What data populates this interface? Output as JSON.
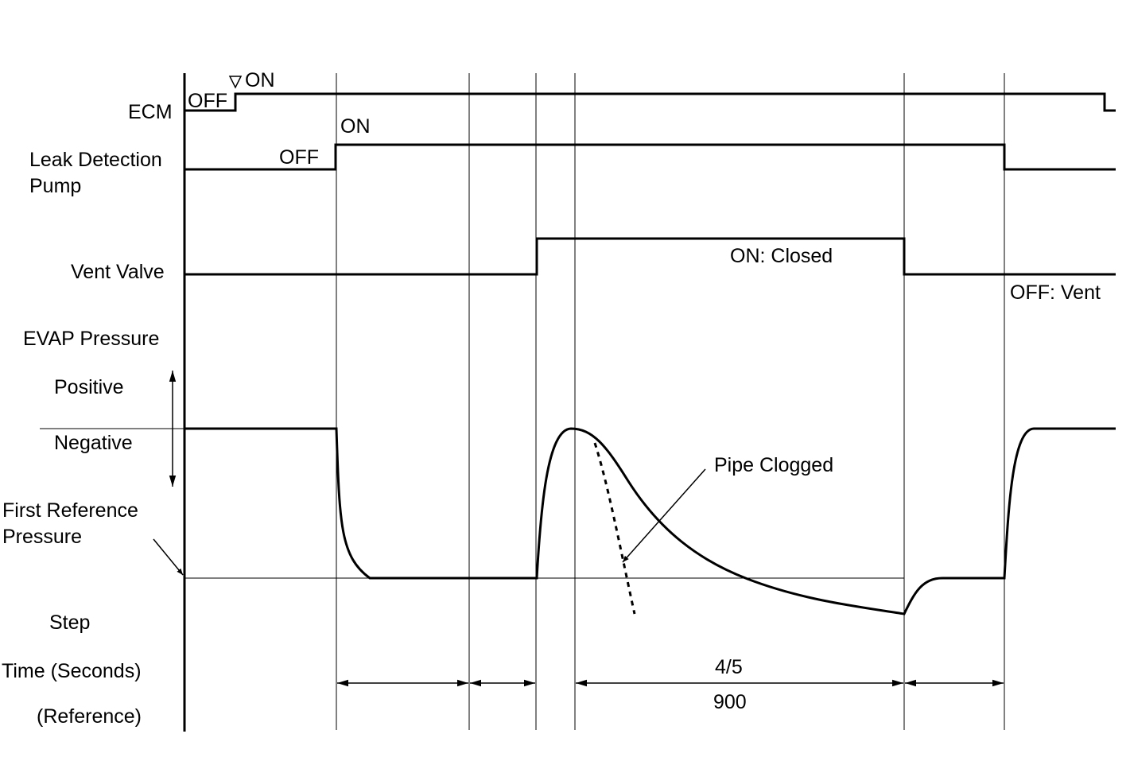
{
  "signals": {
    "ecm": "ECM",
    "pump_line1": "Leak Detection",
    "pump_line2": "Pump",
    "vent_valve": "Vent Valve",
    "evap_pressure": "EVAP Pressure"
  },
  "states": {
    "ecm_off": "OFF",
    "ecm_on": "ON",
    "pump_off": "OFF",
    "pump_on": "ON",
    "vent_on": "ON: Closed",
    "vent_off": "OFF: Vent"
  },
  "pressure": {
    "positive": "Positive",
    "negative": "Negative",
    "first_ref_line1": "First Reference",
    "first_ref_line2": "Pressure",
    "pipe_clogged": "Pipe Clogged"
  },
  "rows": {
    "step": "Step",
    "time": "Time (Seconds)",
    "reference": "(Reference)"
  },
  "steps": {
    "step_4_5": "4/5",
    "time_900": "900"
  },
  "colors": {
    "line": "#000000",
    "background": "#ffffff"
  }
}
